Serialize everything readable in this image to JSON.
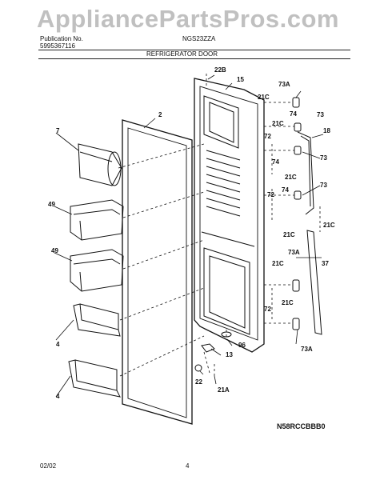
{
  "watermark": "AppliancePartsPros.com",
  "header": {
    "publication_label": "Publication No.",
    "publication_number": "5995367116",
    "model": "NGS23ZZA",
    "section_title": "REFRIGERATOR DOOR"
  },
  "footer": {
    "date": "02/02",
    "page_number": "4",
    "diagram_code": "N58RCCBBB0"
  },
  "callouts": {
    "c22B": "22B",
    "c15": "15",
    "c73A_top": "73A",
    "c2": "2",
    "c21C_a": "21C",
    "c74_a": "74",
    "c73_a": "73",
    "c21C_b": "21C",
    "c18": "18",
    "c7": "7",
    "c72_a": "72",
    "c74_b": "74",
    "c73_b": "73",
    "c21C_c": "21C",
    "c74_c": "74",
    "c73_c": "73",
    "c72_b": "72",
    "c49_a": "49",
    "c21C_d": "21C",
    "c21C_e": "21C",
    "c49_b": "49",
    "c73A_mid": "73A",
    "c37": "37",
    "c21C_f": "21C",
    "c72_c": "72",
    "c21C_g": "21C",
    "c96": "96",
    "c4_a": "4",
    "c73A_bot": "73A",
    "c13": "13",
    "c22": "22",
    "c21A": "21A",
    "c4_b": "4"
  }
}
